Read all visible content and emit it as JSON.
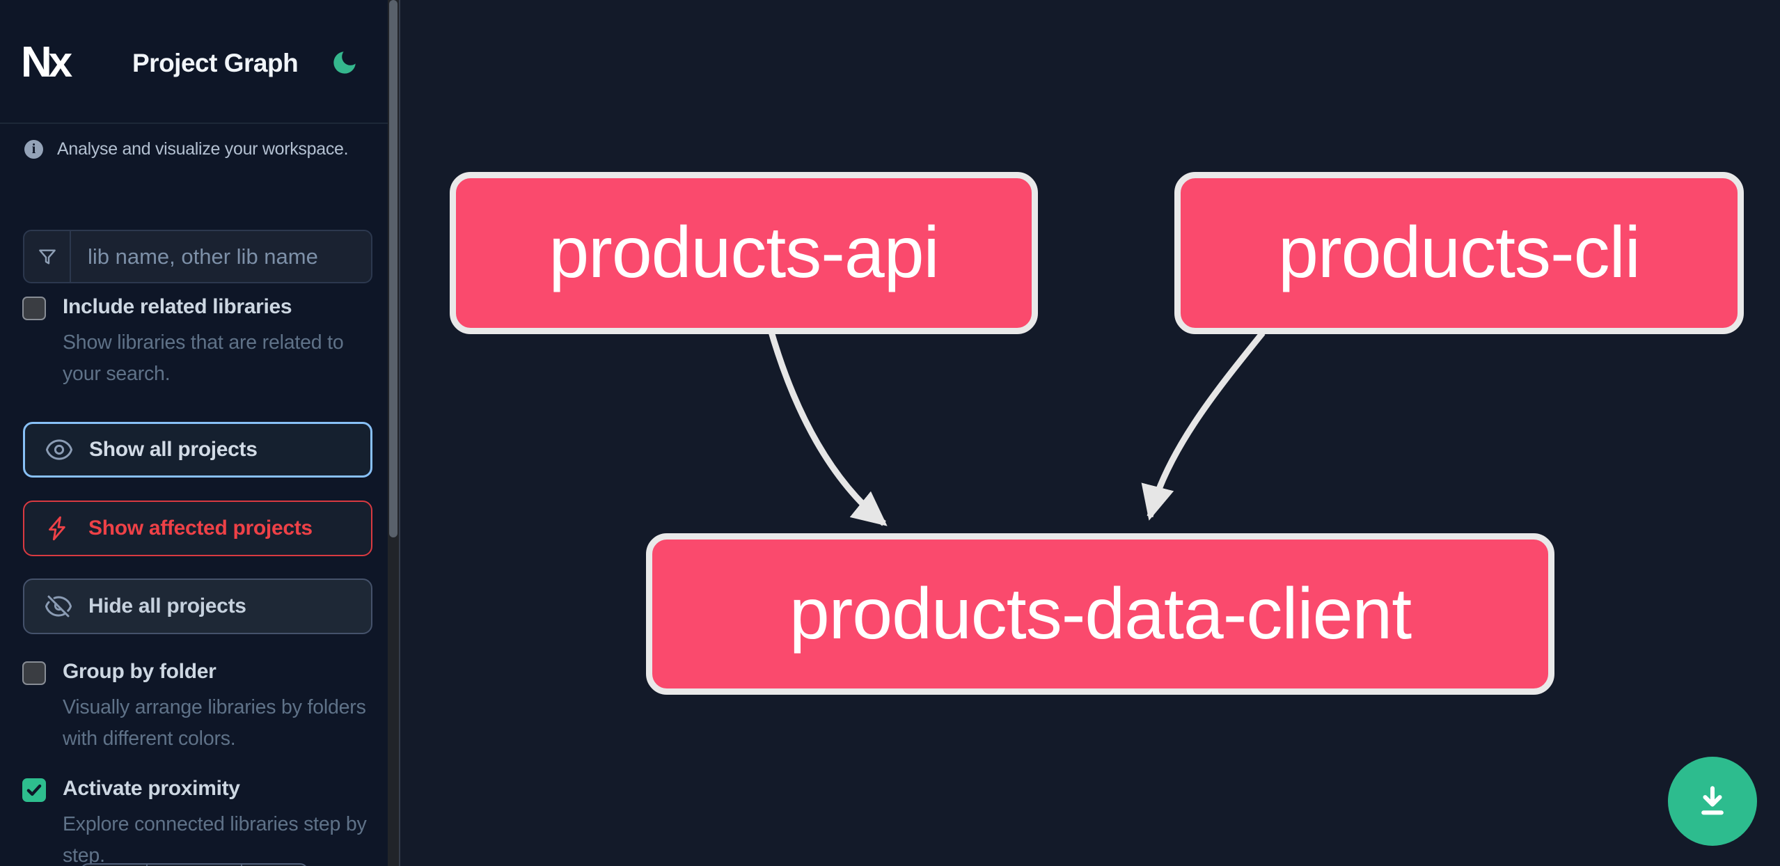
{
  "header": {
    "logo_text": "Nx",
    "title": "Project Graph"
  },
  "sidebar": {
    "tagline": "Analyse and visualize your workspace.",
    "search": {
      "placeholder": "lib name, other lib name"
    },
    "options": [
      {
        "label": "Include related libraries",
        "description": "Show libraries that are related to your search.",
        "checked": false
      },
      {
        "label": "Group by folder",
        "description": "Visually arrange libraries by folders with different colors.",
        "checked": false
      },
      {
        "label": "Activate proximity",
        "description": "Explore connected libraries step by step.",
        "checked": true
      }
    ],
    "actions": [
      {
        "label": "Show all projects",
        "icon": "eye-icon",
        "state": "selected"
      },
      {
        "label": "Show affected projects",
        "icon": "bolt-icon",
        "state": "default"
      },
      {
        "label": "Hide all projects",
        "icon": "eye-slash-icon",
        "state": "default"
      }
    ]
  },
  "graph": {
    "nodes": [
      {
        "label": "products-api",
        "type": "affected"
      },
      {
        "label": "products-cli",
        "type": "affected"
      },
      {
        "label": "products-data-client",
        "type": "affected"
      }
    ],
    "edges": [
      {
        "from": "products-api",
        "to": "products-data-client"
      },
      {
        "from": "products-cli",
        "to": "products-data-client"
      }
    ]
  },
  "fab": {
    "icon": "download-icon"
  },
  "colors": {
    "sidebar_bg": "#0e1627",
    "canvas_bg": "#131a29",
    "node_fill": "#fa4a6d",
    "node_border": "#e9e9e9",
    "edge": "#e6e6e6",
    "accent_blue": "#88c0f6",
    "accent_red": "#ee4147",
    "accent_green": "#2ebe8e",
    "fab_green": "#2dbc8e"
  }
}
